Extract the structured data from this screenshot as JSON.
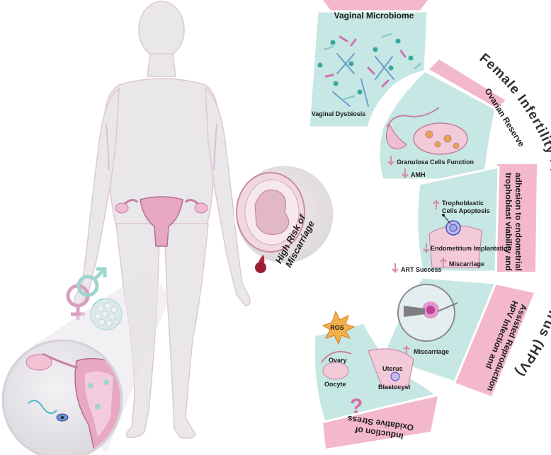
{
  "main_title": "Female Infertility by Human Papillomavirus (HPV)",
  "center_label": {
    "line1": "High Risk of",
    "line2": "Miscarriage"
  },
  "panels": {
    "vaginal_microbiome": {
      "title": "Vaginal Microbiome",
      "label": "Vaginal Dysbiosis"
    },
    "ovarian_reserve": {
      "title": "Ovarian Reserve",
      "item1": "Granulosa Cells Function",
      "item2": "AMH"
    },
    "trophoblast": {
      "title_line1": "trophoblast viability and",
      "title_line2": "adhesion to endometrial",
      "apoptosis_line1": "Trophoblastic",
      "apoptosis_line2": "Cells Apoptosis",
      "implantation": "Endometrium Implantation",
      "miscarriage": "Miscarriage"
    },
    "art": {
      "title_line1": "HPV Infection and",
      "title_line2": "Assisted Reproduction",
      "success": "ART Success",
      "miscarriage": "Miscarriage"
    },
    "oxidative": {
      "title_line1": "Induction of",
      "title_line2": "Oxidative Stress",
      "ros": "ROS",
      "ovary": "Ovary",
      "oocyte": "Oocyte",
      "uterus": "Uterus",
      "blastocyst": "Blastocyst",
      "question": "?"
    }
  },
  "colors": {
    "pink_band": "#f3b8cb",
    "teal_panel": "#bfe6e0",
    "arrow": "#d98aa8",
    "body": "#e8e6e8"
  }
}
